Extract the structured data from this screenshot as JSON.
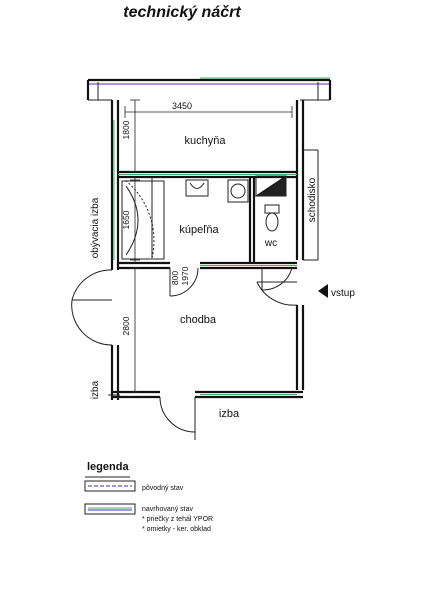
{
  "title": "technický náčrt",
  "rooms": {
    "kitchen": "kuchyňa",
    "bathroom": "kúpeľňa",
    "wc": "wc",
    "hall": "chodba",
    "staircase": "schodisko",
    "living_room": "obývacia izba",
    "room_left": "izba",
    "room_bottom": "izba",
    "entrance": "vstup"
  },
  "dimensions": {
    "kitchen_width": "3450",
    "kitchen_depth": "1800",
    "bath_depth": "1650",
    "door_width": "800",
    "door_height": "1970",
    "hall_depth": "2800"
  },
  "legend": {
    "title": "legenda",
    "original_state": "pôvodný stav",
    "proposed_state": "navrhovaný stav",
    "note_1": "* priečky z tehál YPOR",
    "note_2": "* omietky - ker. obklad"
  },
  "colors": {
    "wall": "#111111",
    "original_dash": "#7a4fc9",
    "proposed_green": "#3fb06f"
  }
}
